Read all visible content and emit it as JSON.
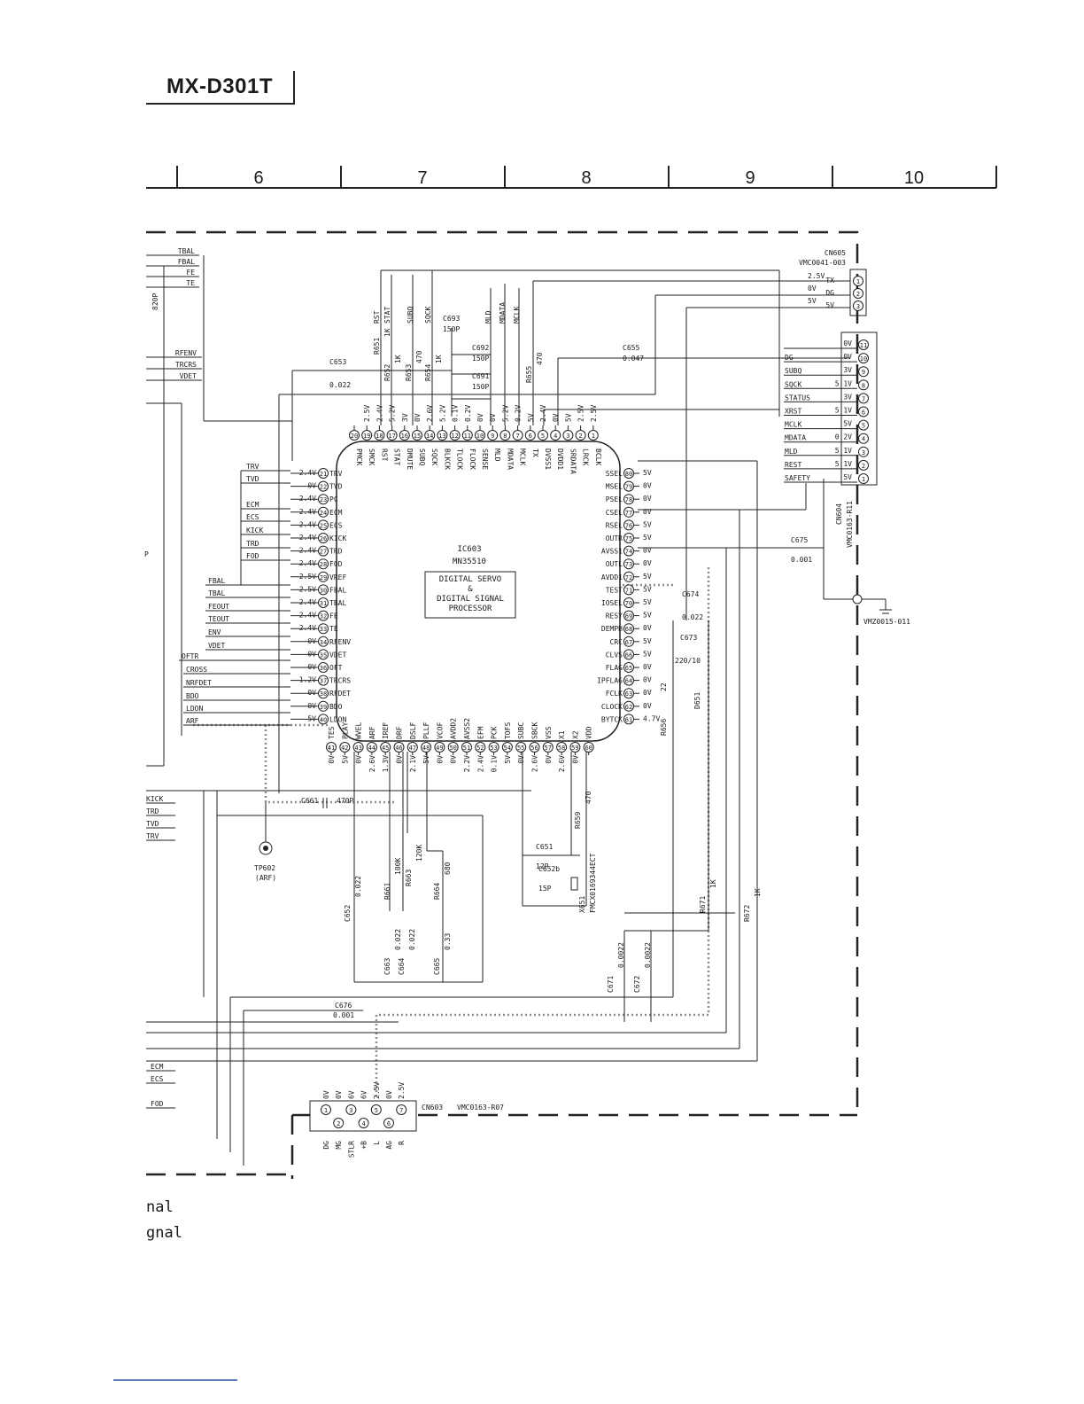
{
  "model": "MX-D301T",
  "grid_columns": [
    "6",
    "7",
    "8",
    "9",
    "10"
  ],
  "ic": {
    "ref": "IC603",
    "part": "MN35510",
    "function_lines": [
      "DIGITAL SERVO",
      "&",
      "DIGITAL SIGNAL",
      "PROCESSOR"
    ]
  },
  "pins_top": [
    {
      "n": "20",
      "name": "PMCK",
      "v": ""
    },
    {
      "n": "19",
      "name": "SMCK",
      "v": "2.5V"
    },
    {
      "n": "18",
      "name": "RST",
      "v": "2.4V"
    },
    {
      "n": "17",
      "name": "STAT",
      "v": "5.2V"
    },
    {
      "n": "16",
      "name": "DMUTE",
      "v": "3V"
    },
    {
      "n": "15",
      "name": "SUBQ",
      "v": "0V"
    },
    {
      "n": "14",
      "name": "SQCK",
      "v": "2.6V"
    },
    {
      "n": "13",
      "name": "BLKCK",
      "v": "5.2V"
    },
    {
      "n": "12",
      "name": "TLOCK",
      "v": "0.1V"
    },
    {
      "n": "11",
      "name": "FLOCK",
      "v": "0.2V"
    },
    {
      "n": "10",
      "name": "SENSE",
      "v": "0V"
    },
    {
      "n": "9",
      "name": "MLD",
      "v": "0V"
    },
    {
      "n": "8",
      "name": "MDATA",
      "v": "5.2V"
    },
    {
      "n": "7",
      "name": "MCLK",
      "v": "0.2V"
    },
    {
      "n": "6",
      "name": "TX",
      "v": "5V"
    },
    {
      "n": "5",
      "name": "DVSS1",
      "v": "2.4V"
    },
    {
      "n": "4",
      "name": "DVDD1",
      "v": "0V"
    },
    {
      "n": "3",
      "name": "SRDATA",
      "v": "5V"
    },
    {
      "n": "2",
      "name": "LRCK",
      "v": "2.5V"
    },
    {
      "n": "1",
      "name": "BCLK",
      "v": "2.5V"
    }
  ],
  "pins_left": [
    {
      "n": "21",
      "name": "TRV",
      "v": "2.4V"
    },
    {
      "n": "22",
      "name": "TVD",
      "v": "0V"
    },
    {
      "n": "23",
      "name": "PC",
      "v": "2.4V"
    },
    {
      "n": "24",
      "name": "ECM",
      "v": "2.4V"
    },
    {
      "n": "25",
      "name": "ECS",
      "v": "2.4V"
    },
    {
      "n": "26",
      "name": "KICK",
      "v": "2.4V"
    },
    {
      "n": "27",
      "name": "TRD",
      "v": "2.4V"
    },
    {
      "n": "28",
      "name": "FOD",
      "v": "2.4V"
    },
    {
      "n": "29",
      "name": "VREF",
      "v": "2.5V"
    },
    {
      "n": "30",
      "name": "FBAL",
      "v": "2.5V"
    },
    {
      "n": "31",
      "name": "TBAL",
      "v": "2.4V"
    },
    {
      "n": "32",
      "name": "FE",
      "v": "2.4V"
    },
    {
      "n": "33",
      "name": "TE",
      "v": "2.4V"
    },
    {
      "n": "34",
      "name": "RFENV",
      "v": "0V"
    },
    {
      "n": "35",
      "name": "VDET",
      "v": "0V"
    },
    {
      "n": "36",
      "name": "OFT",
      "v": "0V"
    },
    {
      "n": "37",
      "name": "TRCRS",
      "v": "1.2V"
    },
    {
      "n": "38",
      "name": "RFDET",
      "v": "0V"
    },
    {
      "n": "39",
      "name": "BDO",
      "v": "0V"
    },
    {
      "n": "40",
      "name": "LDON",
      "v": "5V"
    }
  ],
  "pins_right": [
    {
      "n": "80",
      "name": "SSEL",
      "v": "5V"
    },
    {
      "n": "79",
      "name": "MSEL",
      "v": "0V"
    },
    {
      "n": "78",
      "name": "PSEL",
      "v": "0V"
    },
    {
      "n": "77",
      "name": "CSEL",
      "v": "0V"
    },
    {
      "n": "76",
      "name": "RSEL",
      "v": "5V"
    },
    {
      "n": "75",
      "name": "OUTR",
      "v": "5V"
    },
    {
      "n": "74",
      "name": "AVSS1",
      "v": "0V"
    },
    {
      "n": "73",
      "name": "OUTL",
      "v": "0V"
    },
    {
      "n": "72",
      "name": "AVDD1",
      "v": "5V"
    },
    {
      "n": "71",
      "name": "TEST",
      "v": "5V"
    },
    {
      "n": "70",
      "name": "IOSEL",
      "v": "5V"
    },
    {
      "n": "69",
      "name": "RESY",
      "v": "5V"
    },
    {
      "n": "68",
      "name": "DEMPH",
      "v": "0V"
    },
    {
      "n": "67",
      "name": "CRC",
      "v": "5V"
    },
    {
      "n": "66",
      "name": "CLVS",
      "v": "5V"
    },
    {
      "n": "65",
      "name": "FLAG",
      "v": "0V"
    },
    {
      "n": "64",
      "name": "IPFLAG",
      "v": "0V"
    },
    {
      "n": "63",
      "name": "FCLK",
      "v": "0V"
    },
    {
      "n": "62",
      "name": "CLOCK",
      "v": "0V"
    },
    {
      "n": "61",
      "name": "BYTCK",
      "v": "4.7V"
    }
  ],
  "pins_bottom": [
    {
      "n": "41",
      "name": "TES",
      "v": "0V"
    },
    {
      "n": "42",
      "name": "PLAY",
      "v": "5V"
    },
    {
      "n": "43",
      "name": "WVEL",
      "v": "0V"
    },
    {
      "n": "44",
      "name": "ARF",
      "v": "2.6V"
    },
    {
      "n": "45",
      "name": "IREF",
      "v": "1.3V"
    },
    {
      "n": "46",
      "name": "DRF",
      "v": "0V"
    },
    {
      "n": "47",
      "name": "DSLF",
      "v": "2.1V"
    },
    {
      "n": "48",
      "name": "PLLF",
      "v": "5V"
    },
    {
      "n": "49",
      "name": "VCOF",
      "v": "0V"
    },
    {
      "n": "50",
      "name": "AVDD2",
      "v": "0V"
    },
    {
      "n": "51",
      "name": "AVSS2",
      "v": "2.2V"
    },
    {
      "n": "52",
      "name": "EFM",
      "v": "2.4V"
    },
    {
      "n": "53",
      "name": "PCK",
      "v": "0.1V"
    },
    {
      "n": "54",
      "name": "TOFS",
      "v": "5V"
    },
    {
      "n": "55",
      "name": "SUBC",
      "v": "0V"
    },
    {
      "n": "56",
      "name": "SBCK",
      "v": "2.6V"
    },
    {
      "n": "57",
      "name": "VSS",
      "v": "0V"
    },
    {
      "n": "58",
      "name": "X1",
      "v": "2.6V"
    },
    {
      "n": "59",
      "name": "X2",
      "v": "0V"
    },
    {
      "n": "60",
      "name": "VDD",
      "v": ""
    }
  ],
  "left_bus_top": [
    "TBAL",
    "FBAL",
    "FE",
    "TE"
  ],
  "left_bus_mid": [
    "RFENV",
    "TRCRS",
    "VDET"
  ],
  "left_labels_pins": [
    "TRV",
    "TVD",
    "ECM",
    "ECS",
    "KICK",
    "TRD",
    "FOD"
  ],
  "left_labels_lower": [
    "FBAL",
    "TBAL",
    "FEOUT",
    "TEOUT",
    "ENV",
    "VDET",
    "OFTR",
    "CROSS",
    "NRFDET",
    "BDO",
    "LDON",
    "ARF"
  ],
  "left_edge_lower": [
    "KICK",
    "TRD",
    "TVD",
    "TRV"
  ],
  "left_edge_bottom": [
    "ECM",
    "ECS",
    "FOD"
  ],
  "left_edge_p": "P",
  "left_cap": "820P",
  "cn605": {
    "ref": "CN605",
    "part": "VMC0041-003",
    "pins": [
      {
        "n": "1",
        "name": "TX",
        "v": "2.5V"
      },
      {
        "n": "2",
        "name": "DG",
        "v": "0V"
      },
      {
        "n": "3",
        "name": "5V",
        "v": "5V"
      }
    ]
  },
  "cn604": {
    "ref": "CN604",
    "part": "VMC0163-R11",
    "pins": [
      {
        "n": "11",
        "name": "",
        "v": "0V"
      },
      {
        "n": "10",
        "name": "DG",
        "v": "0V"
      },
      {
        "n": "9",
        "name": "SUBQ",
        "v": "3V"
      },
      {
        "n": "8",
        "name": "SQCK",
        "v": "5.1V"
      },
      {
        "n": "7",
        "name": "STATUS",
        "v": "3V"
      },
      {
        "n": "6",
        "name": "XRST",
        "v": "5.1V"
      },
      {
        "n": "5",
        "name": "MCLK",
        "v": "5V"
      },
      {
        "n": "4",
        "name": "MDATA",
        "v": "0.2V"
      },
      {
        "n": "3",
        "name": "MLD",
        "v": "5.1V"
      },
      {
        "n": "2",
        "name": "REST",
        "v": "5.1V"
      },
      {
        "n": "1",
        "name": "SAFETY",
        "v": "5V"
      }
    ]
  },
  "cn603": {
    "ref": "CN603",
    "part": "VMC0163-R07",
    "pins": [
      {
        "n": "1",
        "name": "DG",
        "v": "0V"
      },
      {
        "n": "2",
        "name": "MG",
        "v": "0V"
      },
      {
        "n": "3",
        "name": "STLR",
        "v": "6V"
      },
      {
        "n": "4",
        "name": "+B",
        "v": "6V"
      },
      {
        "n": "5",
        "name": "L",
        "v": "2.5V"
      },
      {
        "n": "6",
        "name": "AG",
        "v": "0V"
      },
      {
        "n": "7",
        "name": "R",
        "v": "2.5V"
      }
    ]
  },
  "ground_part": "VMZ0015-011",
  "top_resistors": [
    {
      "ref": "R651",
      "val": "1K"
    },
    {
      "ref": "R652",
      "val": "1K"
    },
    {
      "ref": "R653",
      "val": "470"
    },
    {
      "ref": "R654",
      "val": "1K"
    },
    {
      "ref": "R655",
      "val": "470"
    }
  ],
  "top_signals": [
    "RST",
    "STAT",
    "SUBQ",
    "SQCK",
    "MLD",
    "MDATA",
    "MCLK"
  ],
  "caps_top": [
    {
      "ref": "C653",
      "val": "0.022"
    },
    {
      "ref": "C693",
      "val": "150P"
    },
    {
      "ref": "C692",
      "val": "150P"
    },
    {
      "ref": "C691",
      "val": "150P"
    },
    {
      "ref": "C655",
      "val": "0.047"
    }
  ],
  "caps_right": [
    {
      "ref": "C675",
      "val": "0.001"
    },
    {
      "ref": "C674",
      "val": "0.022"
    },
    {
      "ref": "C673",
      "val": "220/10"
    }
  ],
  "r656": {
    "ref": "R656",
    "val": "22"
  },
  "d651": "D651",
  "c661": {
    "ref": "C661",
    "val": "470P"
  },
  "tp602": {
    "ref": "TP602",
    "label": "(ARF)"
  },
  "lower_parts": [
    {
      "ref": "C652",
      "val": "0.022"
    },
    {
      "ref": "R661",
      "val": "100K"
    },
    {
      "ref": "R663",
      "val": "120K"
    },
    {
      "ref": "C663",
      "val": "0.022"
    },
    {
      "ref": "C664",
      "val": "0.022"
    },
    {
      "ref": "R664",
      "val": "680"
    },
    {
      "ref": "C665",
      "val": "0.33"
    },
    {
      "ref": "C651",
      "val": "12P"
    },
    {
      "ref": "C652b",
      "val": "15P"
    },
    {
      "ref": "R659",
      "val": "470"
    },
    {
      "ref": "X651",
      "val": "FMCX0169344ECT"
    },
    {
      "ref": "R671",
      "val": "1K"
    },
    {
      "ref": "R672",
      "val": "1K"
    },
    {
      "ref": "C671",
      "val": "0.0022"
    },
    {
      "ref": "C672",
      "val": "0.0022"
    },
    {
      "ref": "C676",
      "val": "0.001"
    }
  ],
  "legend": [
    "nal",
    "gnal"
  ]
}
